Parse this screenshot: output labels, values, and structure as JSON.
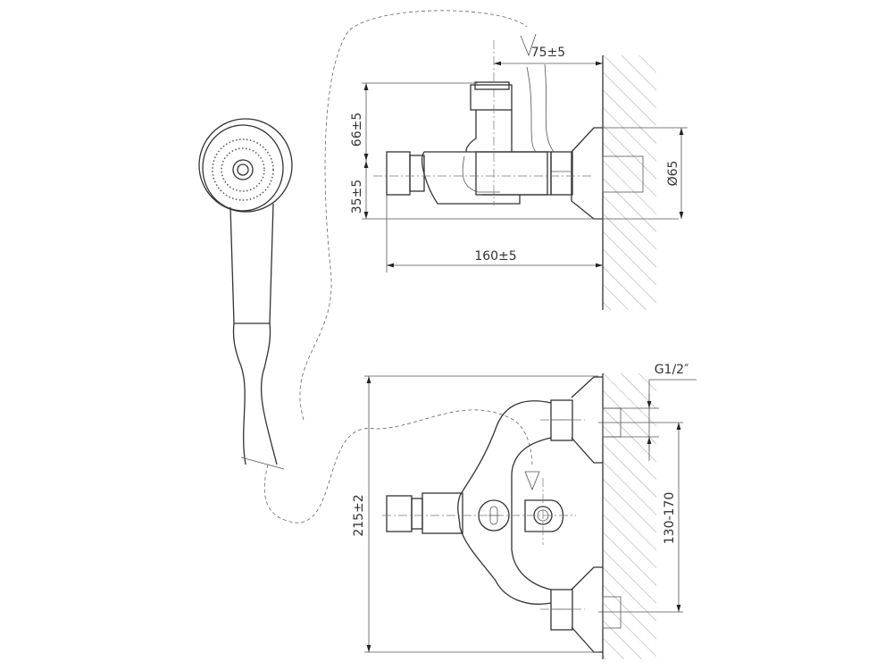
{
  "diagram": {
    "side_view": {
      "dimensions": {
        "outlet_offset": "75±5",
        "upper_height": "66±5",
        "lower_height": "35±5",
        "total_depth": "160±5",
        "flange_diameter": "Ø65"
      }
    },
    "front_view": {
      "dimensions": {
        "thread": "G1/2″",
        "total_height": "215±2",
        "inlet_spacing": "130-170"
      }
    }
  }
}
